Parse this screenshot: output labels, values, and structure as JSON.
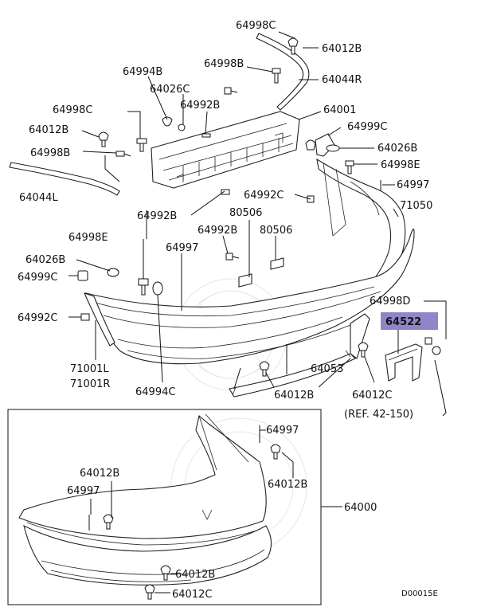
{
  "diagram_code": "D00015E",
  "highlight_color": "#8e86c9",
  "labels": [
    {
      "id": "c1",
      "text": "64998C"
    },
    {
      "id": "c2",
      "text": "64012B"
    },
    {
      "id": "c3",
      "text": "64998B"
    },
    {
      "id": "c4",
      "text": "64994B"
    },
    {
      "id": "c5",
      "text": "64044R"
    },
    {
      "id": "c6",
      "text": "64026C"
    },
    {
      "id": "c7",
      "text": "64992B"
    },
    {
      "id": "c8",
      "text": "64998C"
    },
    {
      "id": "c9",
      "text": "64001"
    },
    {
      "id": "c10",
      "text": "64012B"
    },
    {
      "id": "c11",
      "text": "64999C"
    },
    {
      "id": "c12",
      "text": "64998B"
    },
    {
      "id": "c13",
      "text": "64026B"
    },
    {
      "id": "c14",
      "text": "64998E"
    },
    {
      "id": "c15",
      "text": "64044L"
    },
    {
      "id": "c16",
      "text": "64997"
    },
    {
      "id": "c17",
      "text": "64992C"
    },
    {
      "id": "c18",
      "text": "71050"
    },
    {
      "id": "c19",
      "text": "64992B"
    },
    {
      "id": "c20",
      "text": "80506"
    },
    {
      "id": "c21",
      "text": "64998E"
    },
    {
      "id": "c22",
      "text": "64992B"
    },
    {
      "id": "c23",
      "text": "80506"
    },
    {
      "id": "c24",
      "text": "64997"
    },
    {
      "id": "c25",
      "text": "64026B"
    },
    {
      "id": "c26",
      "text": "64999C"
    },
    {
      "id": "c27",
      "text": "64998D"
    },
    {
      "id": "c28",
      "text": "64522"
    },
    {
      "id": "c29",
      "text": "64992C"
    },
    {
      "id": "c30",
      "text": "71001L"
    },
    {
      "id": "c31",
      "text": "71001R"
    },
    {
      "id": "c32",
      "text": "64053"
    },
    {
      "id": "c33",
      "text": "64994C"
    },
    {
      "id": "c34",
      "text": "64012B"
    },
    {
      "id": "c35",
      "text": "64012C"
    },
    {
      "id": "c36",
      "text": "(REF. 42-150)"
    },
    {
      "id": "c37",
      "text": "64997"
    },
    {
      "id": "c38",
      "text": "64012B"
    },
    {
      "id": "c39",
      "text": "64012B"
    },
    {
      "id": "c40",
      "text": "64997"
    },
    {
      "id": "c41",
      "text": "64000"
    },
    {
      "id": "c42",
      "text": "64012B"
    },
    {
      "id": "c43",
      "text": "64012C"
    }
  ]
}
